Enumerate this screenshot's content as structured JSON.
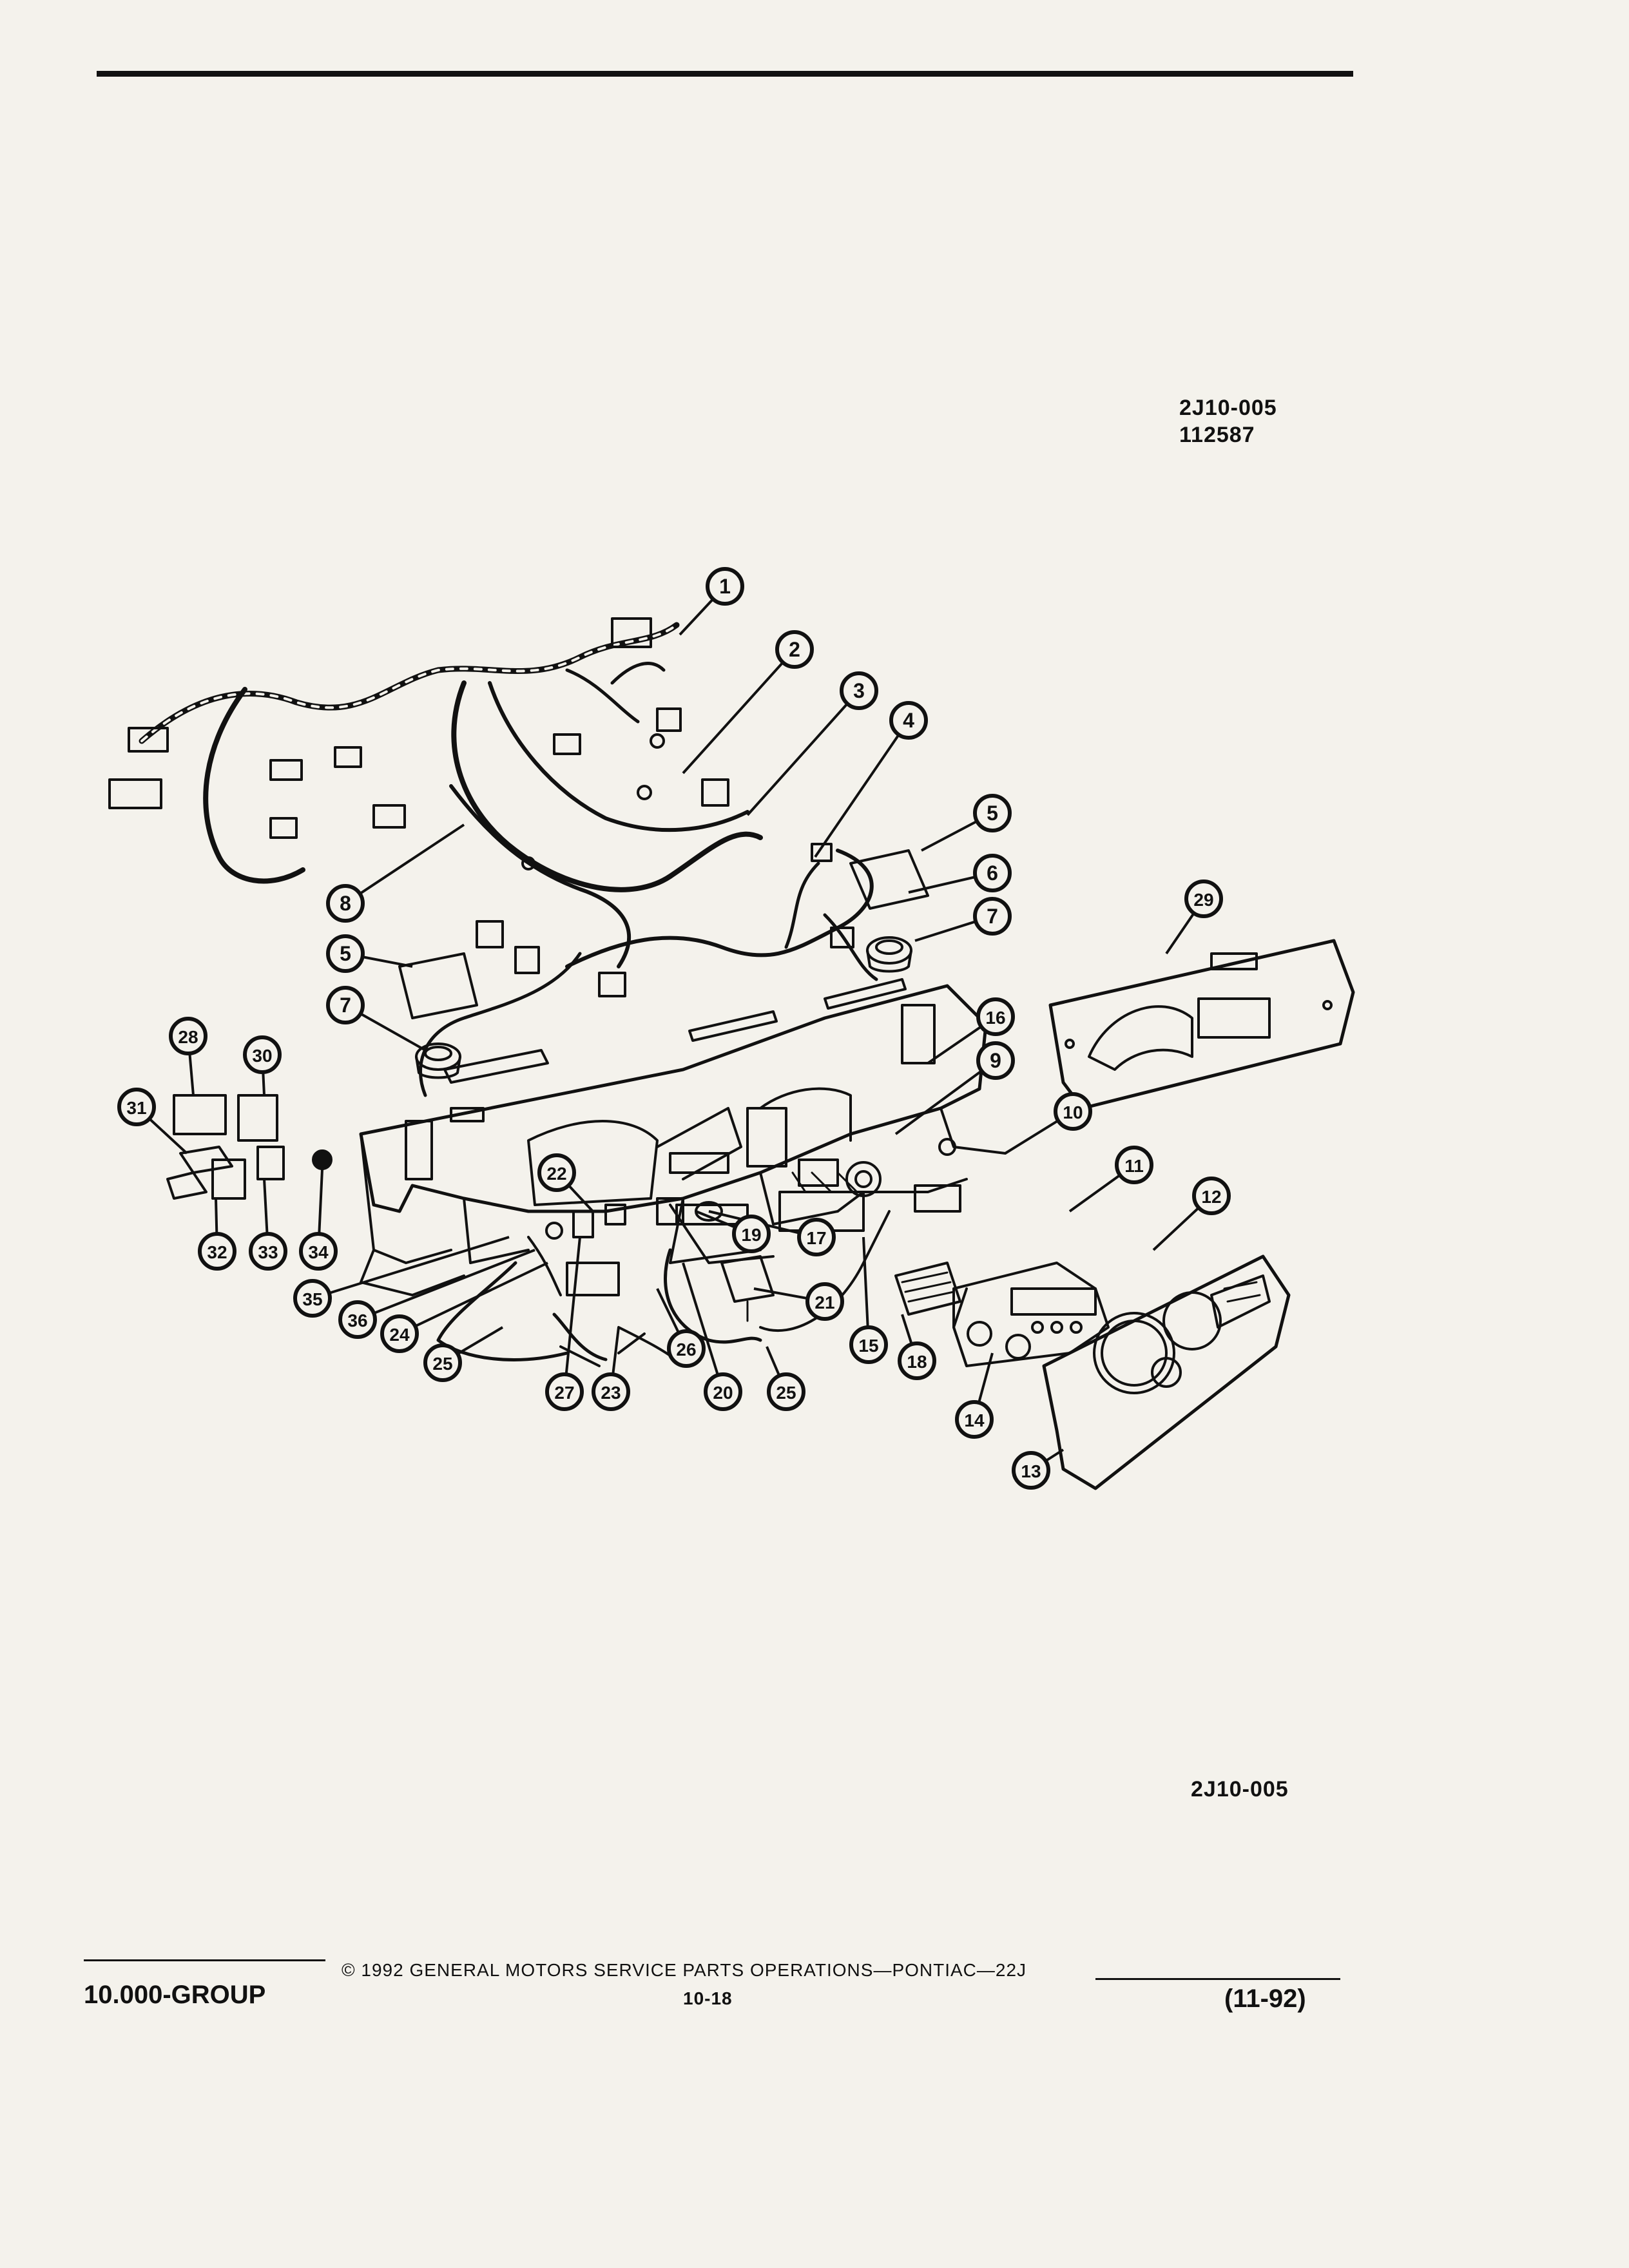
{
  "header": {
    "figure_code": "2J10-005",
    "figure_number": "112587"
  },
  "diagram": {
    "callouts": [
      "1",
      "2",
      "3",
      "4",
      "5",
      "6",
      "7",
      "8",
      "5",
      "7",
      "29",
      "16",
      "9",
      "28",
      "30",
      "31",
      "10",
      "11",
      "12",
      "22",
      "19",
      "17",
      "32",
      "33",
      "34",
      "35",
      "36",
      "24",
      "21",
      "15",
      "18",
      "14",
      "13",
      "26",
      "25",
      "23",
      "27",
      "20",
      "25"
    ],
    "ink_color": "#111111"
  },
  "bottom_code": "2J10-005",
  "footer": {
    "copyright": "© 1992 GENERAL MOTORS SERVICE PARTS OPERATIONS—PONTIAC—22J",
    "page": "10-18",
    "group": "10.000-GROUP",
    "date": "(11-92)"
  }
}
